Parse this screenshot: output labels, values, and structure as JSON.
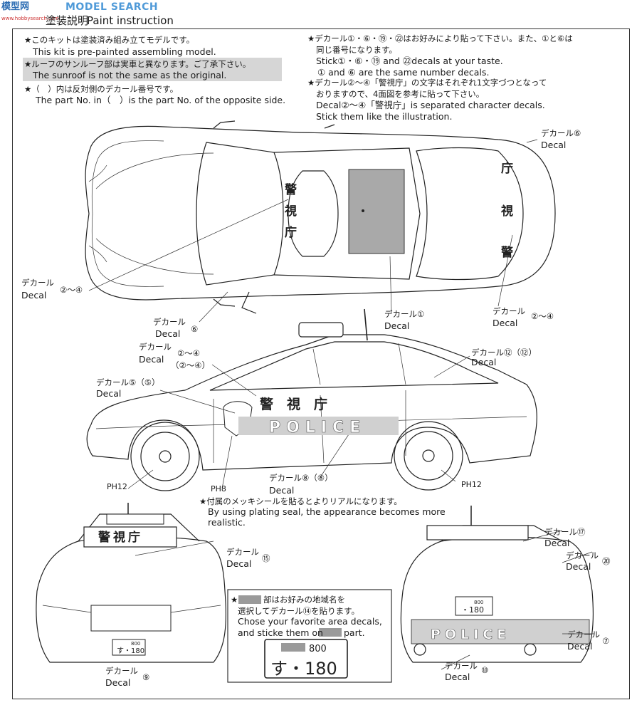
{
  "header": {
    "watermark_brand": "MODEL SEARCH",
    "title_jp": "塗装説明",
    "title_en": "Paint instruction",
    "logo_small": "模型网",
    "logo_url": "www.hobbysearch.com"
  },
  "notes_left": [
    {
      "jp": "★このキットは塗装済み組み立てモデルです。",
      "en": "This kit is pre-painted assembling model."
    },
    {
      "jp": "★ルーフのサンルーフ部は実車と異なります。ご了承下さい。",
      "en": "The sunroof is not the same as the original."
    },
    {
      "jp": "★（　）内は反対側のデカール番号です。",
      "en": "The part No. in（　）is the part No. of the opposite side."
    }
  ],
  "notes_right": [
    "★デカール①・⑥・⑲・㉒はお好みにより貼って下さい。また、①と⑥は",
    "同じ番号になります。",
    "Stick①・⑥・⑲ and ㉒decals at your taste.",
    "① and ⑥ are the same number decals.",
    "★デカール②～④「警視庁」の文字はそれぞれ1文字づつとなって",
    "おりますので、4面図を参考に貼って下さい。",
    "Decal②～④「警視庁」is separated character decals.",
    "Stick them like the illustration."
  ],
  "labels": {
    "decal_jp": "デカール",
    "decal_en": "Decal"
  },
  "top_view": {
    "roof_text": [
      "警",
      "視",
      "庁"
    ],
    "trunk_text": [
      "庁",
      "視",
      "警"
    ],
    "callouts": [
      {
        "num": "⑥",
        "id": "top-6a"
      },
      {
        "num": "②～④",
        "id": "top-2-4-left"
      },
      {
        "num": "⑥",
        "id": "top-6b"
      },
      {
        "num": "①",
        "id": "top-1"
      },
      {
        "num": "②～④",
        "id": "top-2-4-right"
      }
    ]
  },
  "side_view": {
    "door_text": "警　視　庁",
    "police_text": "POLICE",
    "callouts": [
      {
        "num": "②～④",
        "alt": "（②～④）"
      },
      {
        "num": "⑤",
        "alt": "（⑤）"
      },
      {
        "num": "⑫",
        "alt": "（⑫）"
      },
      {
        "num": "⑧",
        "alt": "（⑧）"
      }
    ],
    "ph_labels": [
      "PH12",
      "PH8",
      "PH12"
    ],
    "plating_note_jp": "★付属のメッキシールを貼るとよりリアルになります。",
    "plating_note_en_1": "By using plating seal, the appearance becomes more",
    "plating_note_en_2": "realistic."
  },
  "front_view": {
    "sign_text": "警視庁",
    "plate_top": "800",
    "plate_bottom": "す・180",
    "callouts": [
      {
        "num": "⑮"
      },
      {
        "num": "⑨"
      }
    ]
  },
  "rear_view": {
    "police_text": "POLICE",
    "plate_top": "800",
    "plate_bottom": "・180",
    "callouts": [
      {
        "num": "⑰"
      },
      {
        "num": "⑳"
      },
      {
        "num": "⑦"
      },
      {
        "num": "⑩"
      }
    ]
  },
  "area_note": {
    "line1_jp_pre": "★",
    "line1_jp_post": "部はお好みの地域名を",
    "line2_jp": "選択してデカール⑭を貼ります。",
    "line3_en": "Chose your favorite area decals,",
    "line4_en_pre": "and sticke them on",
    "line4_en_post": "part.",
    "plate_top": "800",
    "plate_bottom": "す・180"
  }
}
